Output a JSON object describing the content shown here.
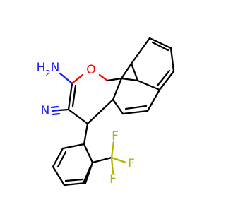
{
  "molecule": {
    "atoms": {
      "n_amino": "N",
      "h2_sub": "2",
      "h_amino": "H",
      "o_ring": "O",
      "n_nitrile": "N",
      "f1": "F",
      "f2": "F",
      "f3": "F"
    },
    "colors": {
      "bond": "#000000",
      "nitrogen": "#1a1aff",
      "oxygen": "#ff0000",
      "fluorine": "#b5b500"
    }
  }
}
